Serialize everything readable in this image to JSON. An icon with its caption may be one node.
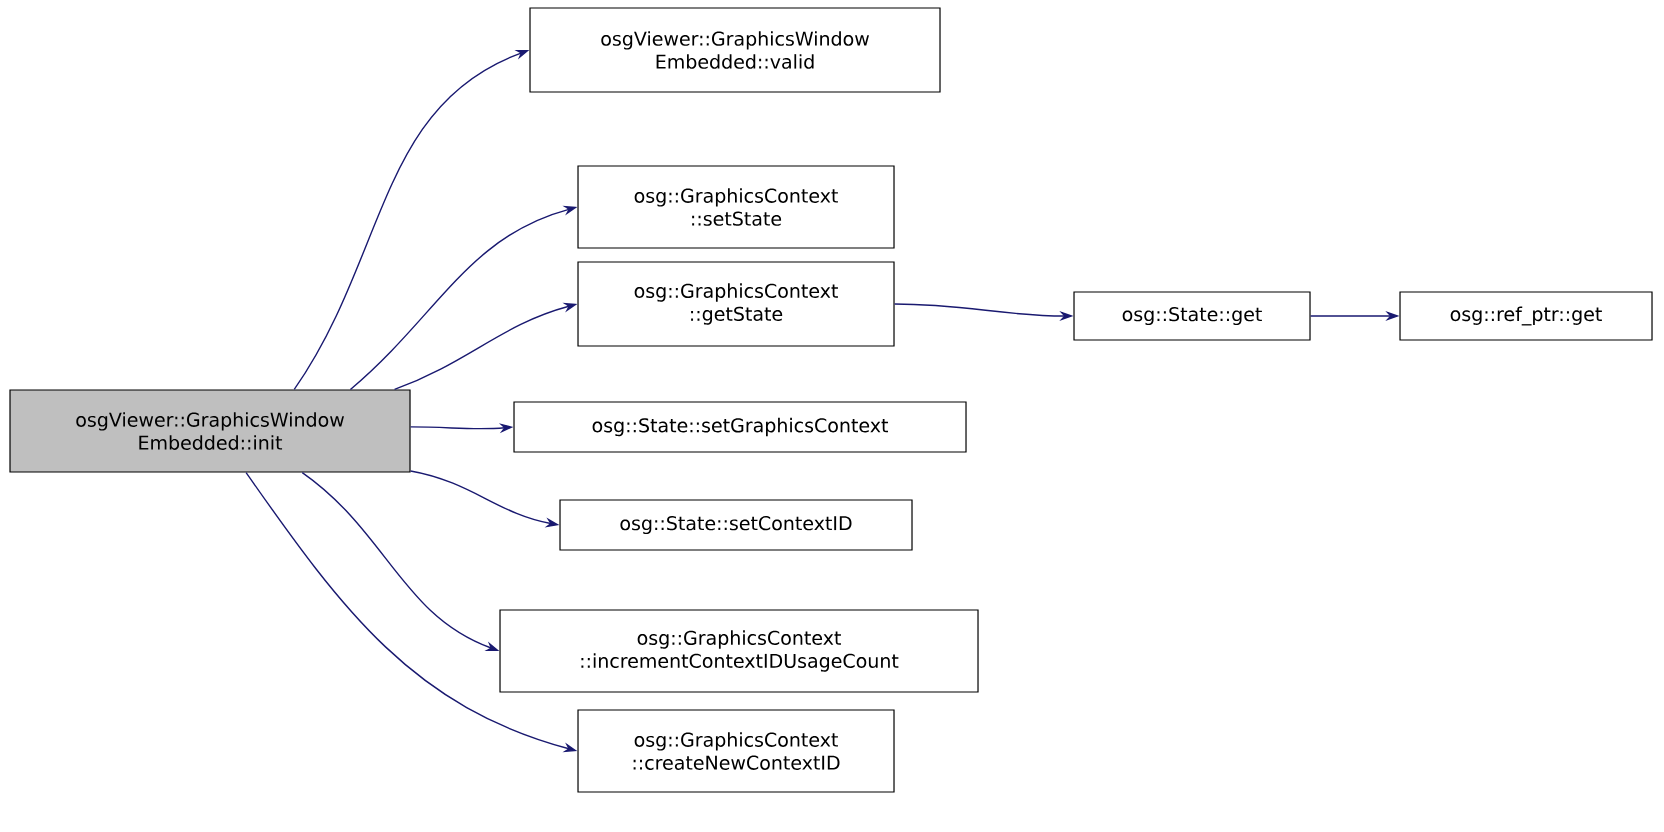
{
  "diagram": {
    "nodes": [
      {
        "text": [
          "osgViewer::GraphicsWindow Embedded::init"
        ]
      },
      {
        "text": [
          "osgViewer::GraphicsWindow Embedded::valid"
        ]
      },
      {
        "text": [
          "osg::GraphicsContext ::setState"
        ]
      },
      {
        "text": [
          "osg::GraphicsContext ::getState"
        ]
      },
      {
        "text": [
          "osg::State::setGraphicsContext"
        ]
      },
      {
        "text": [
          "osg::State::setContextID"
        ]
      },
      {
        "text": [
          "osg::GraphicsContext ::incrementContextIDUsageCount"
        ]
      },
      {
        "text": [
          "osg::GraphicsContext ::createNewContextID"
        ]
      },
      {
        "text": [
          "osg::State::get"
        ]
      },
      {
        "text": [
          "osg::ref_ptr::get"
        ]
      }
    ],
    "edges": [
      {
        "from": 0,
        "to": 1,
        "arrow": "to"
      },
      {
        "from": 0,
        "to": 2,
        "arrow": "to"
      },
      {
        "from": 0,
        "to": 3,
        "arrow": "to"
      },
      {
        "from": 0,
        "to": 4,
        "arrow": "to"
      },
      {
        "from": 0,
        "to": 5,
        "arrow": "to"
      },
      {
        "from": 0,
        "to": 6,
        "arrow": "to"
      },
      {
        "from": 0,
        "to": 7,
        "arrow": "to"
      },
      {
        "from": 3,
        "to": 8,
        "arrow": "to"
      },
      {
        "from": 8,
        "to": 9,
        "arrow": "to"
      }
    ]
  }
}
